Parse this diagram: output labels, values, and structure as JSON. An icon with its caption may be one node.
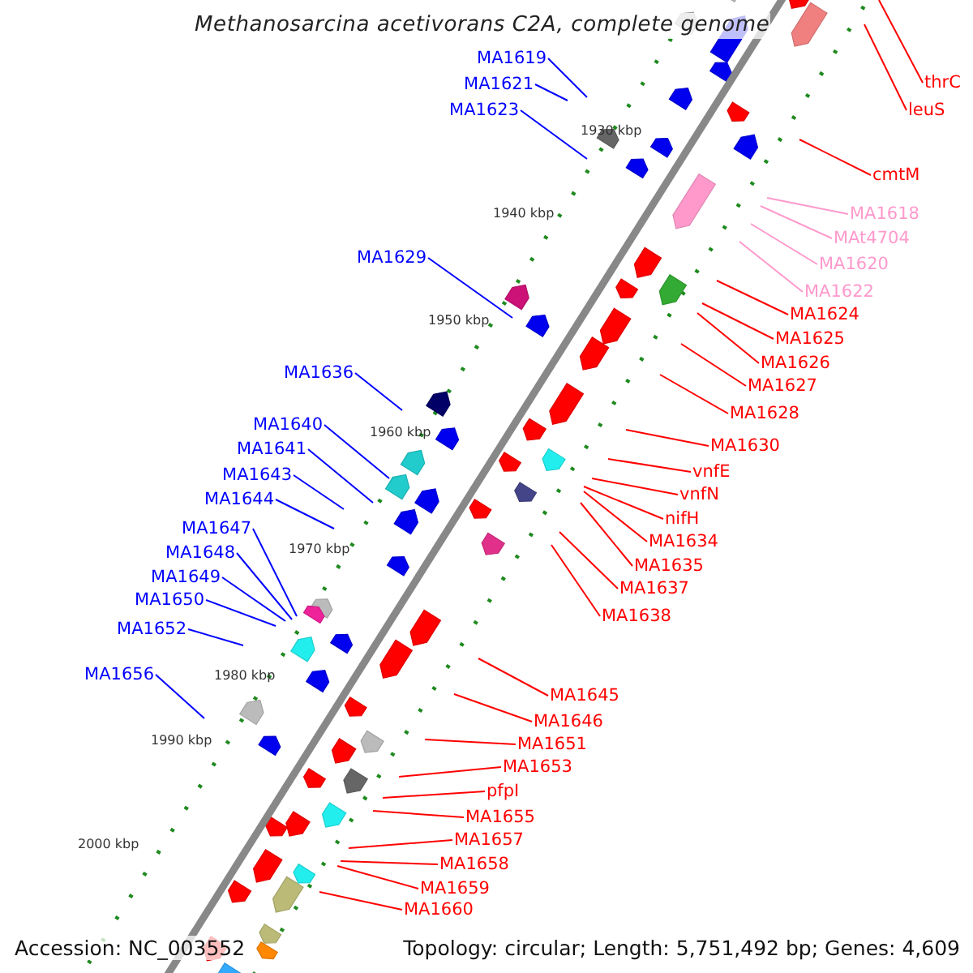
{
  "diagram": {
    "title": "Methanosarcina acetivorans C2A, complete genome",
    "nodes": [
      {
        "text": [
          "MA1619"
        ]
      },
      {
        "text": [
          "MA1621"
        ]
      },
      {
        "text": [
          "MA1623"
        ]
      },
      {
        "text": [
          "MA1629"
        ]
      },
      {
        "text": [
          "MA1636"
        ]
      },
      {
        "text": [
          "MA1640"
        ]
      },
      {
        "text": [
          "MA1641"
        ]
      },
      {
        "text": [
          "MA1643"
        ]
      },
      {
        "text": [
          "MA1644"
        ]
      },
      {
        "text": [
          "MA1647"
        ]
      },
      {
        "text": [
          "MA1648"
        ]
      },
      {
        "text": [
          "MA1649"
        ]
      },
      {
        "text": [
          "MA1650"
        ]
      },
      {
        "text": [
          "MA1652"
        ]
      },
      {
        "text": [
          "MA1656"
        ]
      },
      {
        "text": [
          "thrC"
        ]
      },
      {
        "text": [
          "leuS"
        ]
      },
      {
        "text": [
          "cmtM"
        ]
      },
      {
        "text": [
          "MA1618"
        ]
      },
      {
        "text": [
          "MAt4704"
        ]
      },
      {
        "text": [
          "MA1620"
        ]
      },
      {
        "text": [
          "MA1622"
        ]
      },
      {
        "text": [
          "MA1624"
        ]
      },
      {
        "text": [
          "MA1625"
        ]
      },
      {
        "text": [
          "MA1626"
        ]
      },
      {
        "text": [
          "MA1627"
        ]
      },
      {
        "text": [
          "MA1628"
        ]
      },
      {
        "text": [
          "MA1630"
        ]
      },
      {
        "text": [
          "vnfE"
        ]
      },
      {
        "text": [
          "vnfN"
        ]
      },
      {
        "text": [
          "nifH"
        ]
      },
      {
        "text": [
          "MA1634"
        ]
      },
      {
        "text": [
          "MA1635"
        ]
      },
      {
        "text": [
          "MA1637"
        ]
      },
      {
        "text": [
          "MA1638"
        ]
      },
      {
        "text": [
          "MA1645"
        ]
      },
      {
        "text": [
          "MA1646"
        ]
      },
      {
        "text": [
          "MA1651"
        ]
      },
      {
        "text": [
          "MA1653"
        ]
      },
      {
        "text": [
          "pfpI"
        ]
      },
      {
        "text": [
          "MA1655"
        ]
      },
      {
        "text": [
          "MA1657"
        ]
      },
      {
        "text": [
          "MA1658"
        ]
      },
      {
        "text": [
          "MA1659"
        ]
      },
      {
        "text": [
          "MA1660"
        ]
      }
    ],
    "edges": [
      {
        "from": 0,
        "to": null,
        "arrow": "none",
        "color": "#0000ff"
      },
      {
        "from": 1,
        "to": null,
        "arrow": "none",
        "color": "#0000ff"
      },
      {
        "from": 2,
        "to": null,
        "arrow": "none",
        "color": "#0000ff"
      },
      {
        "from": 3,
        "to": null,
        "arrow": "none",
        "color": "#0000ff"
      },
      {
        "from": 4,
        "to": null,
        "arrow": "none",
        "color": "#0000ff"
      },
      {
        "from": 5,
        "to": null,
        "arrow": "none",
        "color": "#0000ff"
      },
      {
        "from": 6,
        "to": null,
        "arrow": "none",
        "color": "#0000ff"
      },
      {
        "from": 7,
        "to": null,
        "arrow": "none",
        "color": "#0000ff"
      },
      {
        "from": 8,
        "to": null,
        "arrow": "none",
        "color": "#0000ff"
      },
      {
        "from": 9,
        "to": null,
        "arrow": "none",
        "color": "#0000ff"
      },
      {
        "from": 10,
        "to": null,
        "arrow": "none",
        "color": "#0000ff"
      },
      {
        "from": 11,
        "to": null,
        "arrow": "none",
        "color": "#0000ff"
      },
      {
        "from": 12,
        "to": null,
        "arrow": "none",
        "color": "#0000ff"
      },
      {
        "from": 13,
        "to": null,
        "arrow": "none",
        "color": "#0000ff"
      },
      {
        "from": 14,
        "to": null,
        "arrow": "none",
        "color": "#0000ff"
      },
      {
        "from": 15,
        "to": null,
        "arrow": "none"
      },
      {
        "from": 16,
        "to": null,
        "arrow": "none"
      },
      {
        "from": 17,
        "to": null,
        "arrow": "none"
      },
      {
        "from": 18,
        "to": null,
        "arrow": "none",
        "color": "#ff99cc"
      },
      {
        "from": 19,
        "to": null,
        "arrow": "none",
        "color": "#ff99cc"
      },
      {
        "from": 20,
        "to": null,
        "arrow": "none",
        "color": "#ff99cc"
      },
      {
        "from": 21,
        "to": null,
        "arrow": "none",
        "color": "#ff99cc"
      },
      {
        "from": 22,
        "to": null,
        "arrow": "none"
      },
      {
        "from": 23,
        "to": null,
        "arrow": "none"
      },
      {
        "from": 24,
        "to": null,
        "arrow": "none"
      },
      {
        "from": 25,
        "to": null,
        "arrow": "none"
      },
      {
        "from": 26,
        "to": null,
        "arrow": "none"
      },
      {
        "from": 27,
        "to": null,
        "arrow": "none"
      },
      {
        "from": 28,
        "to": null,
        "arrow": "none"
      },
      {
        "from": 29,
        "to": null,
        "arrow": "none"
      },
      {
        "from": 30,
        "to": null,
        "arrow": "none"
      },
      {
        "from": 31,
        "to": null,
        "arrow": "none"
      },
      {
        "from": 32,
        "to": null,
        "arrow": "none"
      },
      {
        "from": 33,
        "to": null,
        "arrow": "none"
      },
      {
        "from": 34,
        "to": null,
        "arrow": "none"
      },
      {
        "from": 35,
        "to": null,
        "arrow": "none"
      },
      {
        "from": 36,
        "to": null,
        "arrow": "none"
      },
      {
        "from": 37,
        "to": null,
        "arrow": "none"
      },
      {
        "from": 38,
        "to": null,
        "arrow": "none"
      },
      {
        "from": 39,
        "to": null,
        "arrow": "none"
      },
      {
        "from": 40,
        "to": null,
        "arrow": "none"
      },
      {
        "from": 41,
        "to": null,
        "arrow": "none"
      },
      {
        "from": 42,
        "to": null,
        "arrow": "none"
      },
      {
        "from": 43,
        "to": null,
        "arrow": "none"
      },
      {
        "from": 44,
        "to": null,
        "arrow": "none"
      }
    ],
    "labels": [
      "1930 kbp",
      "1940 kbp",
      "1950 kbp",
      "1960 kbp",
      "1970 kbp",
      "1980 kbp",
      "1990 kbp",
      "2000 kbp",
      "Accession: NC_003552",
      "Topology: circular; Length: 5,751,492 bp; Genes: 4,609"
    ]
  }
}
